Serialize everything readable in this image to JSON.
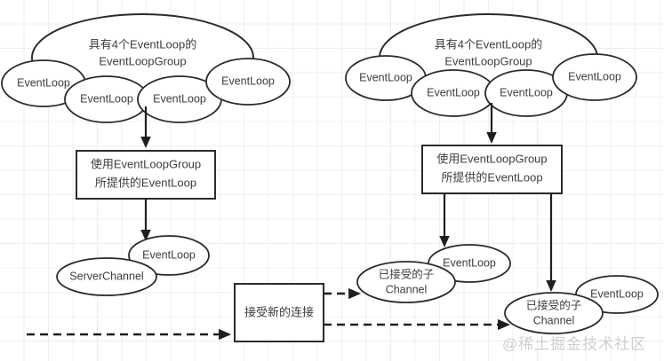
{
  "diagram": {
    "title_visible": false,
    "background": {
      "color": "#ffffff",
      "grid_color": "#eceff1",
      "grid_size": 27.5
    },
    "stroke_color": "#2b2b2b",
    "text_color": "#3d3d3d",
    "groups": {
      "left": {
        "cloud_label_line1": "具有4个EventLoop的",
        "cloud_label_line2": "EventLoopGroup",
        "loops": [
          {
            "label": "EventLoop"
          },
          {
            "label": "EventLoop"
          },
          {
            "label": "EventLoop"
          },
          {
            "label": "EventLoop"
          }
        ],
        "box_line1": "使用EventLoopGroup",
        "box_line2": "所提供的EventLoop",
        "assigned_loop": "EventLoop",
        "channel": "ServerChannel"
      },
      "right": {
        "cloud_label_line1": "具有4个EventLoop的",
        "cloud_label_line2": "EventLoopGroup",
        "loops": [
          {
            "label": "EventLoop"
          },
          {
            "label": "EventLoop"
          },
          {
            "label": "EventLoop"
          },
          {
            "label": "EventLoop"
          }
        ],
        "box_line1": "使用EventLoopGroup",
        "box_line2": "所提供的EventLoop",
        "child_a": {
          "loop_label": "EventLoop",
          "channel_line1": "已接受的子",
          "channel_line2": "Channel"
        },
        "child_b": {
          "loop_label": "EventLoop",
          "channel_line1": "已接受的子",
          "channel_line2": "Channel"
        }
      }
    },
    "accept_box": {
      "label": "接受新的连接"
    },
    "watermark": {
      "text": "@稀土掘金技术社区",
      "color": "#cfcfcf"
    }
  }
}
